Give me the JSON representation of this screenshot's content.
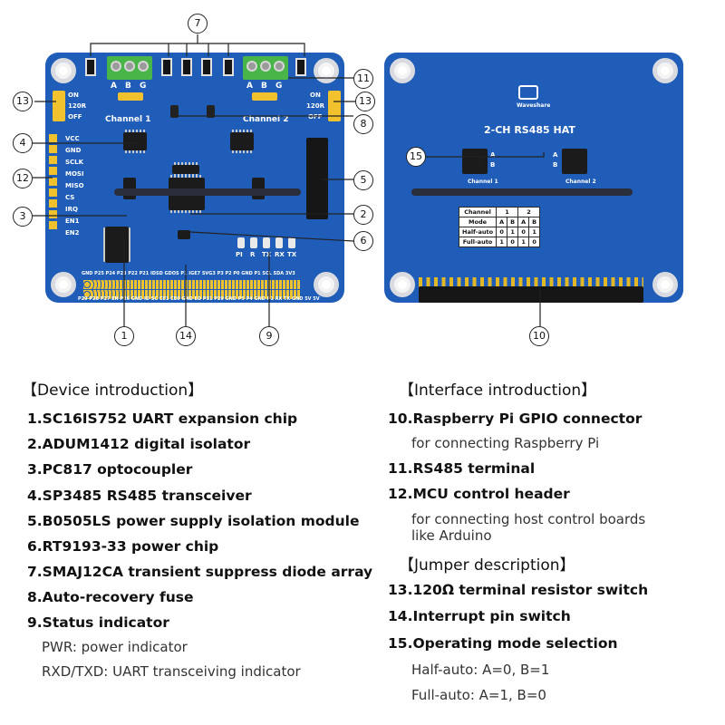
{
  "callouts": [
    "7",
    "11",
    "13",
    "8",
    "4",
    "12",
    "5",
    "3",
    "2",
    "6",
    "1",
    "14",
    "9",
    "15",
    "10"
  ],
  "front": {
    "pin_labels_left": [
      "VCC",
      "GND",
      "SCLK",
      "MOSI",
      "MISO",
      "CS",
      "IRQ",
      "EN1",
      "EN2"
    ],
    "jumper_left": [
      "ON",
      "120R",
      "OFF"
    ],
    "jumper_right": [
      "ON",
      "120R",
      "OFF"
    ],
    "terminal_labels": [
      "A",
      "B",
      "G"
    ],
    "channels": [
      "Channel 1",
      "Channel 2"
    ],
    "gpio_top": "GND P25 P24 P23 P22 P21 IDSD GDOS P1 IGE7 SVG3 P3 P2 P0 GND P1 SCL SDA 3V3",
    "gpio_bottom": "P29 P28 P27 EN P26 GND ID SC CE1 CE0 GND ED P31 P29 GND P5 P4 GND P1 RX TX GND 5V 5V",
    "led_labels": [
      "PI",
      "R",
      "TX",
      "RX",
      "TX"
    ]
  },
  "back": {
    "brand": "Waveshare",
    "title": "2-CH RS485 HAT",
    "channels": [
      "Channel 1",
      "Channel 2"
    ],
    "switch_labels": [
      "A",
      "B"
    ],
    "table": {
      "header": [
        "Channel",
        "1",
        "2"
      ],
      "sub": [
        "Mode",
        "A",
        "B",
        "A",
        "B"
      ],
      "rows": [
        [
          "Half-auto",
          "0",
          "1",
          "0",
          "1"
        ],
        [
          "Full-auto",
          "1",
          "0",
          "1",
          "0"
        ]
      ]
    }
  },
  "text": {
    "device_heading": "【Device introduction】",
    "device_items": [
      "1.SC16IS752 UART expansion chip",
      "2.ADUM1412 digital isolator",
      "3.PC817 optocoupler",
      "4.SP3485 RS485 transceiver",
      "5.B0505LS power supply isolation module",
      "6.RT9193-33 power chip",
      "7.SMAJ12CA transient suppress diode array",
      "8.Auto-recovery fuse",
      "9.Status indicator"
    ],
    "status_sub": [
      "PWR: power indicator",
      "RXD/TXD: UART transceiving indicator"
    ],
    "interface_heading": "【Interface introduction】",
    "interface_items": [
      {
        "title": "10.Raspberry Pi GPIO connector",
        "desc": [
          "for connecting Raspberry Pi"
        ]
      },
      {
        "title": "11.RS485 terminal",
        "desc": []
      },
      {
        "title": "12.MCU control header",
        "desc": [
          "for connecting host control boards",
          "like Arduino"
        ]
      }
    ],
    "jumper_heading": "【Jumper description】",
    "jumper_items": [
      "13.120Ω terminal resistor switch",
      "14.Interrupt pin switch",
      "15.Operating mode selection"
    ],
    "mode_sub": [
      "Half-auto: A=0, B=1",
      "Full-auto: A=1, B=0"
    ]
  }
}
